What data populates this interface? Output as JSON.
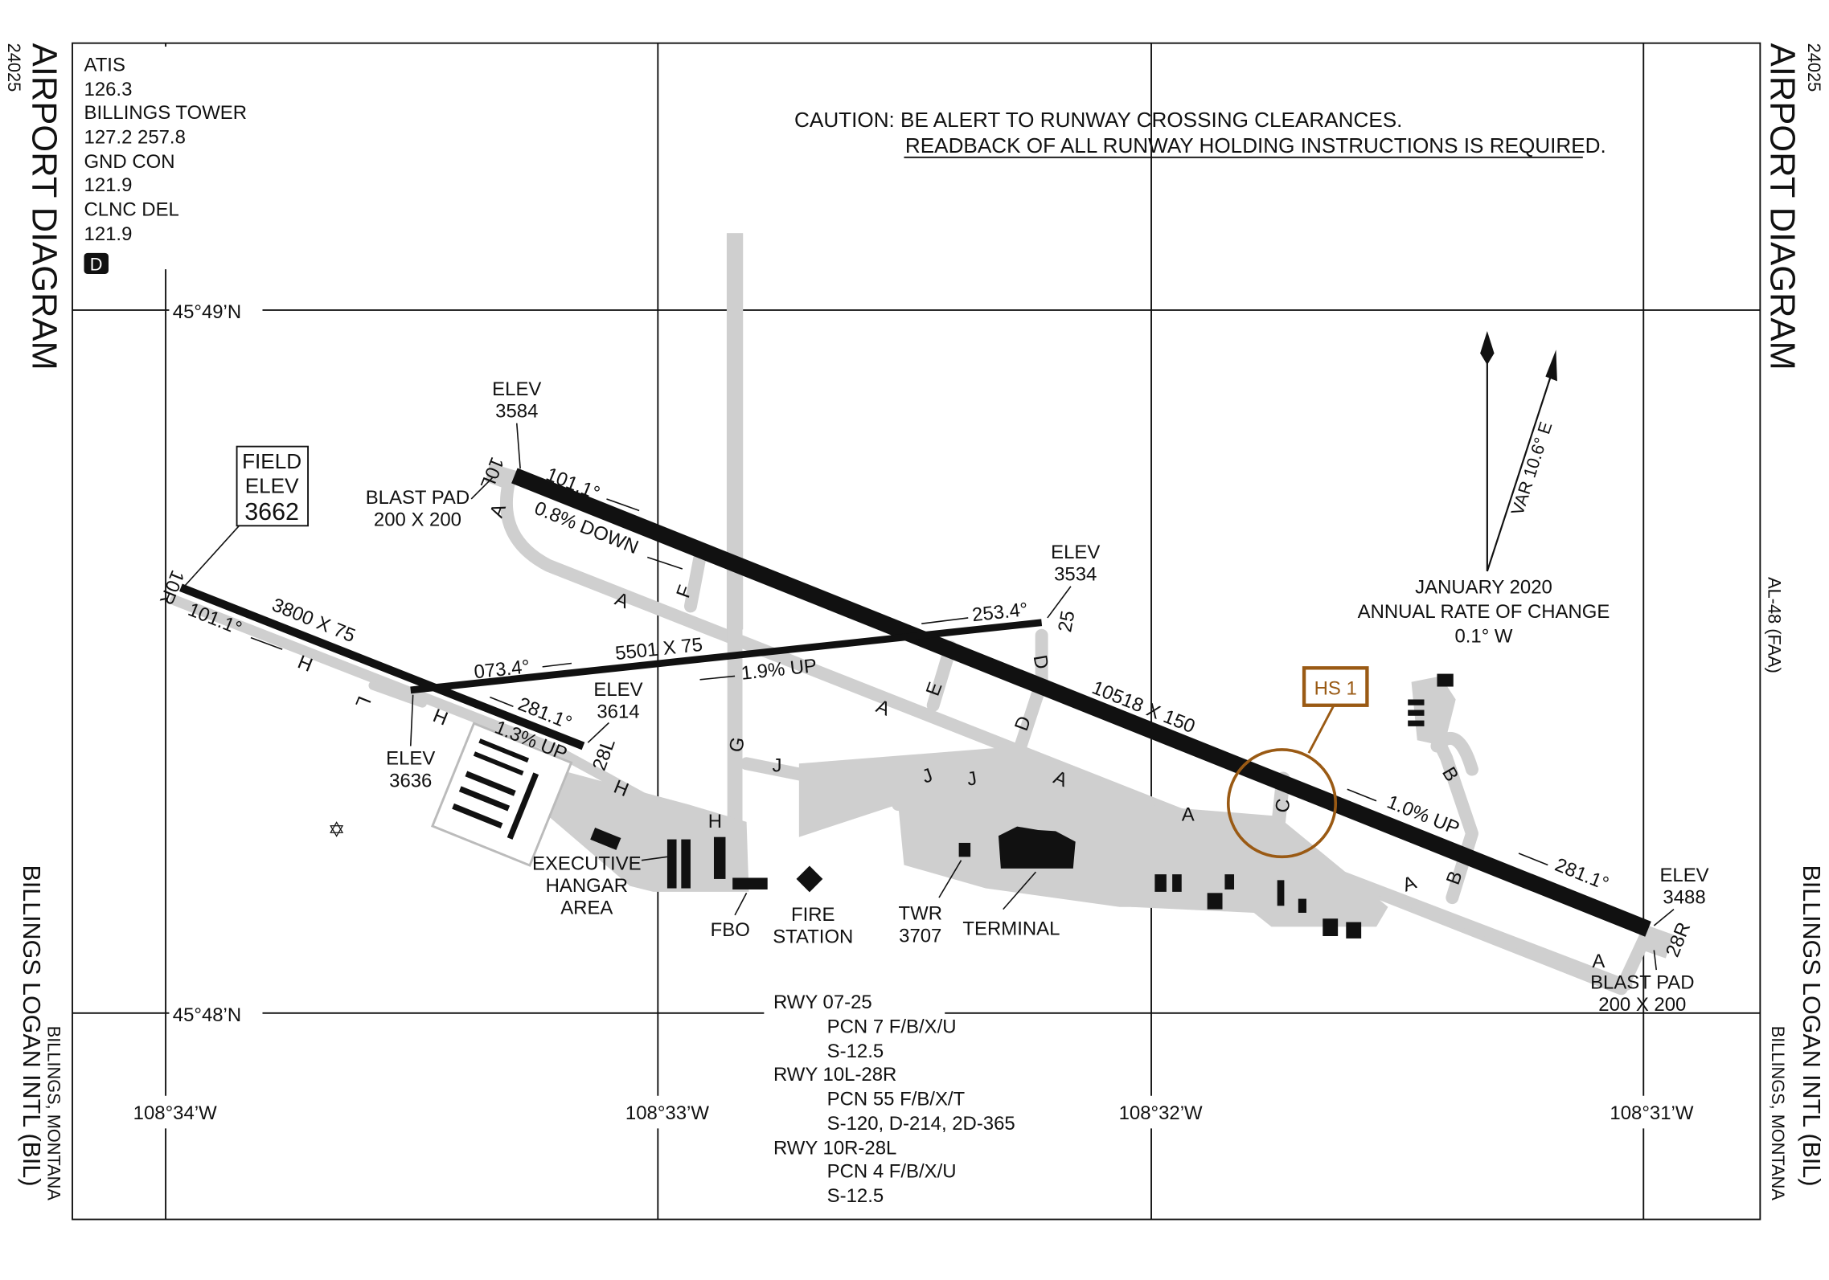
{
  "title": "AIRPORT DIAGRAM",
  "chart_number": "24025",
  "airport_name": "BILLINGS LOGAN INTL (BIL)",
  "location": "BILLINGS, MONTANA",
  "al_number": "AL-48 (FAA)",
  "frequencies": [
    "ATIS",
    "126.3",
    "BILLINGS TOWER",
    "127.2 257.8",
    "GND CON",
    "121.9",
    "CLNC DEL",
    "121.9"
  ],
  "d_symbol": "D",
  "caution": {
    "line1": "CAUTION: BE ALERT TO RUNWAY CROSSING CLEARANCES.",
    "line2": "READBACK OF ALL RUNWAY HOLDING INSTRUCTIONS IS REQUIRED."
  },
  "coordinates": {
    "lat_north": "45°49’N",
    "lat_south": "45°48’N",
    "lon": [
      "108°34’W",
      "108°33’W",
      "108°32’W",
      "108°31’W"
    ]
  },
  "field_elev": {
    "line1": "FIELD",
    "line2": "ELEV",
    "value": "3662"
  },
  "runways": {
    "r10l_28r": {
      "end_a": "10L",
      "end_b": "28R",
      "dims": "10518 X 150",
      "hdg_a": "101.1°",
      "hdg_b": "281.1°",
      "grad_a": "0.8% DOWN",
      "grad_b": "1.0% UP"
    },
    "r10r_28l": {
      "end_a": "10R",
      "end_b": "28L",
      "dims": "3800 X 75",
      "hdg_a": "101.1°",
      "hdg_b": "281.1°",
      "grad_b": "1.3% UP"
    },
    "r07_25": {
      "end_b": "25",
      "dims": "5501 X 75",
      "hdg_a": "073.4°",
      "hdg_b": "253.4°",
      "grad_a": "1.9% UP"
    }
  },
  "elev_label": "ELEV",
  "elevations": {
    "e10l": "3584",
    "e25": "3534",
    "e28l": "3614",
    "e07": "3636",
    "e28r": "3488"
  },
  "blast_pad": {
    "label": "BLAST PAD",
    "size": "200 X 200"
  },
  "taxiways": {
    "A": "A",
    "B": "B",
    "C": "C",
    "D": "D",
    "E": "E",
    "F": "F",
    "G": "G",
    "H": "H",
    "J": "J",
    "L": "L"
  },
  "facilities": {
    "exec1": "EXECUTIVE",
    "exec2": "HANGAR",
    "exec3": "AREA",
    "fbo": "FBO",
    "fire1": "FIRE",
    "fire2": "STATION",
    "twr1": "TWR",
    "twr2": "3707",
    "terminal": "TERMINAL"
  },
  "hot_spot": "HS 1",
  "magnetic": {
    "var": "VAR 10.6° E",
    "date": "JANUARY 2020",
    "rate_label": "ANNUAL RATE OF CHANGE",
    "rate": "0.1° W"
  },
  "runway_data": [
    {
      "rwy": "RWY 07-25",
      "pcn": "PCN 7 F/B/X/U",
      "strength": "S-12.5"
    },
    {
      "rwy": "RWY 10L-28R",
      "pcn": "PCN 55 F/B/X/T",
      "strength": "S-120, D-214, 2D-365"
    },
    {
      "rwy": "RWY 10R-28L",
      "pcn": "PCN 4 F/B/X/U",
      "strength": "S-12.5"
    }
  ],
  "colors": {
    "pavement": "#cfcfcf",
    "runway": "#111111",
    "hot_spot": "#9a5a14"
  }
}
